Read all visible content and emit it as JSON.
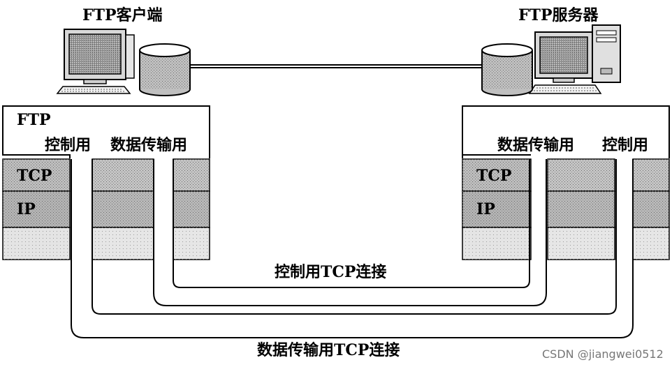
{
  "client": {
    "title": "FTP客户端",
    "stack_label": "FTP",
    "control_label": "控制用",
    "data_label": "数据传输用",
    "tcp_label": "TCP",
    "ip_label": "IP"
  },
  "server": {
    "title": "FTP服务器",
    "data_label": "数据传输用",
    "control_label": "控制用",
    "tcp_label": "TCP",
    "ip_label": "IP"
  },
  "connections": {
    "control": "控制用TCP连接",
    "data": "数据传输用TCP连接"
  },
  "watermark": "CSDN @jiangwei0512",
  "colors": {
    "layer_tcp": "#bdbdbd",
    "layer_ip": "#b3b3b3",
    "layer_bottom": "#e4e4e4",
    "line": "#000000"
  }
}
